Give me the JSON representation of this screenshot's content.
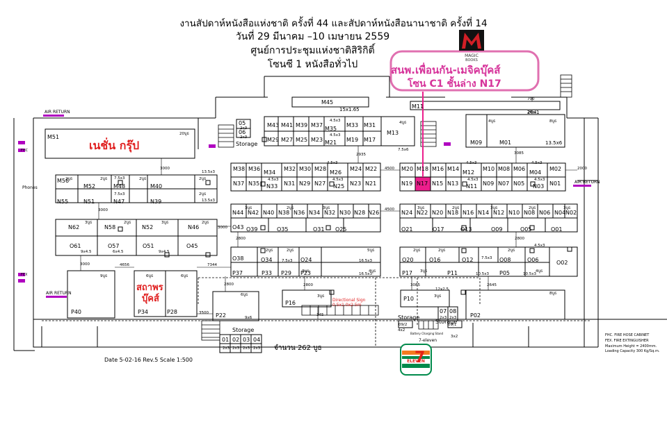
{
  "header": {
    "line1": "งานสัปดาห์หนังสือแห่งชาติ ครั้งที่ 44  และสัปดาห์หนังสือนานาชาติ ครั้งที่ 14",
    "line2": "วันที่ 29  มีนาคม –10  เมษายน 2559",
    "line3": "ศูนย์การประชุมแห่งชาติสิริกิติ์",
    "line4": "โซนซี 1  หนังสือทั่วไป"
  },
  "callout": {
    "line1": "สนพ.เพื่อนกัน-เมจิคบุ๊คส์",
    "line2": "โซน C1 ชั้นล่าง N17",
    "logo_letter": "M",
    "logo_text1": "MAGIC",
    "logo_text2": "BOOKS"
  },
  "highlights": {
    "nation_group": "เนชั่น กรุ๊ป",
    "sathaporn_1": "สถาพร",
    "sathaporn_2": "บุ๊คส์"
  },
  "labels": {
    "air_return_left": "AIR RETURN",
    "air_return_right": "AIR RETURN",
    "air_return_bottom": "AIR RETURN",
    "phones": "Phones",
    "storage_top": "Storage",
    "storage_bottom": "Storage",
    "storage_left": "Storage",
    "storage_right": "Storage",
    "fhc": "FHC",
    "fex": "FEX",
    "directional1": "Directional Sign",
    "directional2": "0.5x1.0x2.5m",
    "seven_eleven": "7-eleven",
    "battery": "Battery Charging Stand",
    "total_booths": "จำนวน  262  บูธ",
    "date_rev": "Date 5-02-16 Rev.5 Scale 1:500",
    "m45_dim": "15x1.65",
    "m01_dim": "13.5x6",
    "m11_dim": "26x1",
    "legend": [
      "FHC. FIRE HOSE CABINET",
      "FEX. FIRE EXTINGUISHER",
      "Maximum Height = 2400mm.",
      "Loading Capacity 300 Kg/Sq.m."
    ]
  },
  "seven_eleven_logo": {
    "digit": "7",
    "word": "ELEVEN"
  },
  "colors": {
    "callout_border": "#e070b0",
    "callout_text": "#d6339a",
    "highlight_red": "#e02020",
    "n17_fill": "#ec1e8c",
    "purple_marker": "#b000c0",
    "seven_red": "#e2231a",
    "seven_green": "#008a4b",
    "seven_orange": "#f47b20"
  }
}
